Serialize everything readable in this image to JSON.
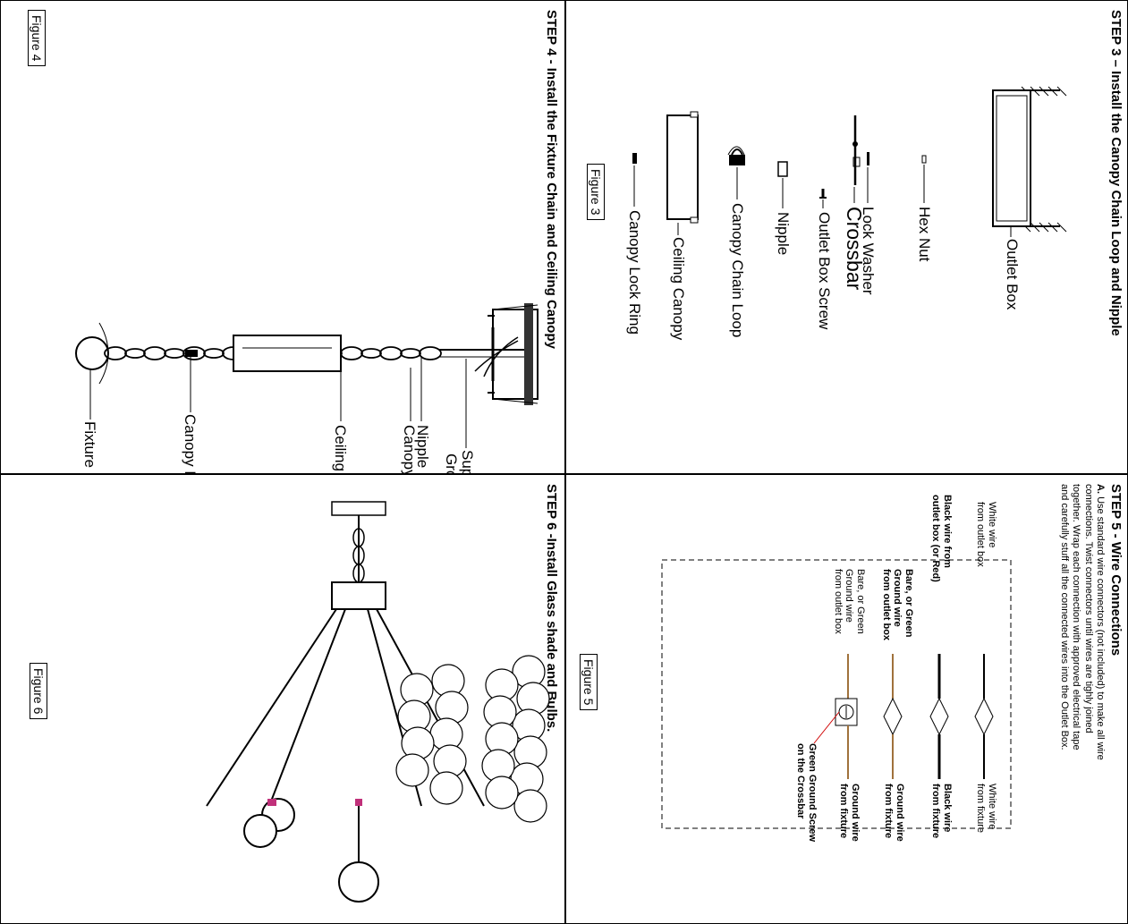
{
  "step3": {
    "title": "STEP 3 –  Install the Canopy Chain Loop and Nipple",
    "labels": {
      "outlet_box": "Outlet Box",
      "hex_nut": "Hex Nut",
      "lock_washer": "Lock Washer",
      "crossbar": "Crossbar",
      "outlet_box_screw": "Outlet Box Screw",
      "nipple": "Nipple",
      "canopy_chain_loop": "Canopy Chain Loop",
      "ceiling_canopy": "Ceiling Canopy",
      "canopy_lock_ring": "Canopy Lock Ring"
    },
    "figure": "Figure  3"
  },
  "step4": {
    "title": "STEP 4 - Install the Fixture Chain and Ceiling Canopy",
    "labels": {
      "supply_wires_1": "SupplyDDWires and",
      "supply_wires_2": "Ground Wire",
      "nipple": "Nipple",
      "canopy_chain_loop": "Canopy Chain Loop",
      "ceiling_canopy": "Ceiling Canopy",
      "canopy_lock_ring": "Canopy Lock Ring",
      "fixture_loop": "Fixture Loop"
    },
    "figure": "Figure  4"
  },
  "step5": {
    "title": "STEP 5 - Wire Connections",
    "para_a": "A.",
    "para_lines": [
      "Use standard wire connectors (not included) to make all wire",
      "connections. Twist connectors until wires are tighly joined",
      "together. Wrap each connection with approved electrical tape",
      "and carefully stuff all the connected wires into the Outlet Box."
    ],
    "left": {
      "white_1": "White wire",
      "white_2": "from outlet box",
      "black_1": "Black wire from",
      "black_2": "outlet box (or Red)",
      "bare_1": "Bare, or Green",
      "bare_2": "Ground wire",
      "bare_3": "from outlet box",
      "bare2_1": "Bare, or Green",
      "bare2_2": "Ground wire",
      "bare2_3": "from outlet box"
    },
    "right": {
      "white_1": "White wire",
      "white_2": "from fixture",
      "black_1": "Black wire",
      "black_2": "from fixture",
      "ground_1": "Ground wire",
      "ground_2": "from fixture",
      "ground2_1": "Ground wire",
      "ground2_2": "from fixture",
      "screw_1": "Green Ground Screw",
      "screw_2": "on the Crossbar"
    },
    "figure": "Figure  5"
  },
  "step6": {
    "title": "STEP 6 -Install Glass shade  and Bulbs.",
    "figure": "Figure  6"
  },
  "colors": {
    "ground_wire": "#a0723c",
    "pink_accent": "#c0307a",
    "red_line": "#d00000"
  }
}
